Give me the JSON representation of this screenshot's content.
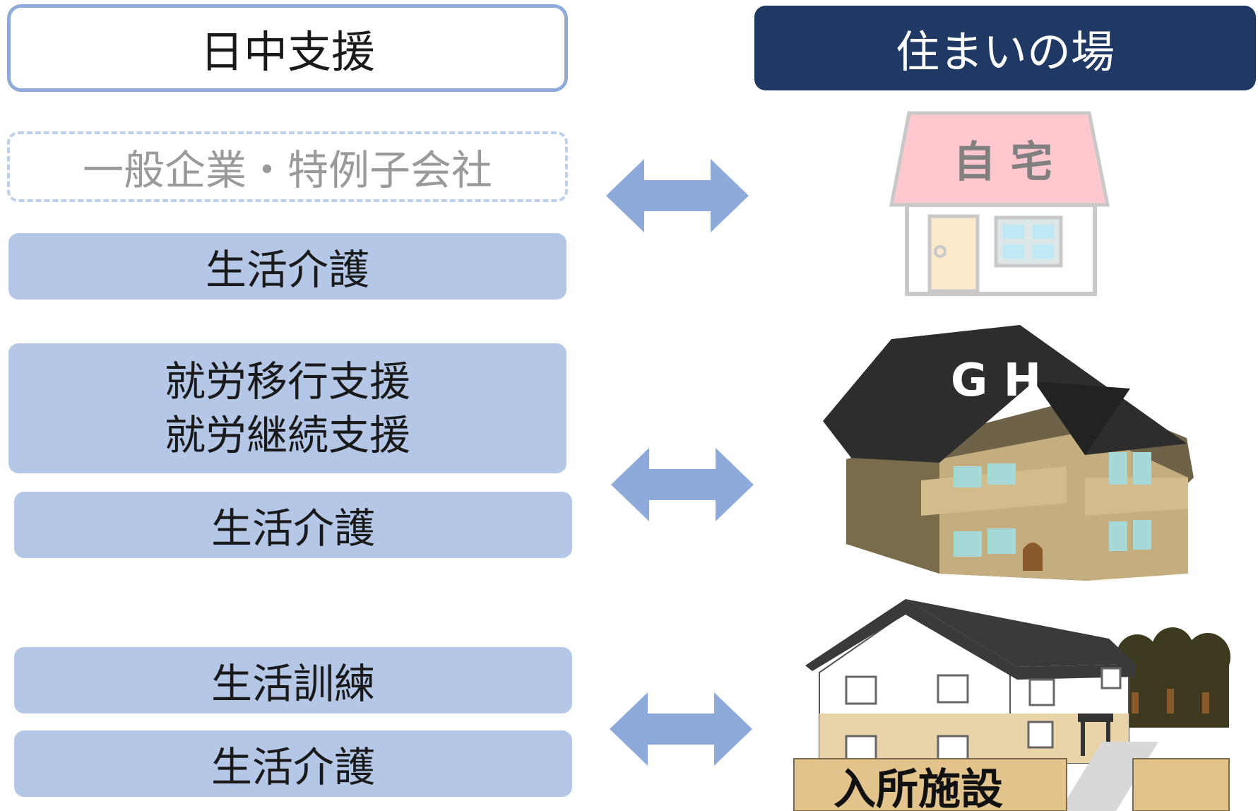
{
  "left_column": {
    "header": "日中支援",
    "general_employment": "一般企業・特例子会社",
    "row1": {
      "service": "生活介護"
    },
    "row2": {
      "service_line1": "就労移行支援",
      "service_line2": "就労継続支援",
      "service_b": "生活介護"
    },
    "row3": {
      "service_a": "生活訓練",
      "service_b": "生活介護"
    }
  },
  "right_column": {
    "header": "住まいの場",
    "home_label": "自 宅",
    "gh_label": "G H",
    "facility_label": "入所施設"
  },
  "colors": {
    "header_border": "#8eaadb",
    "header_dark": "#203864",
    "pill_fill": "#b4c7e7",
    "arrow_fill": "#8eaadb"
  }
}
